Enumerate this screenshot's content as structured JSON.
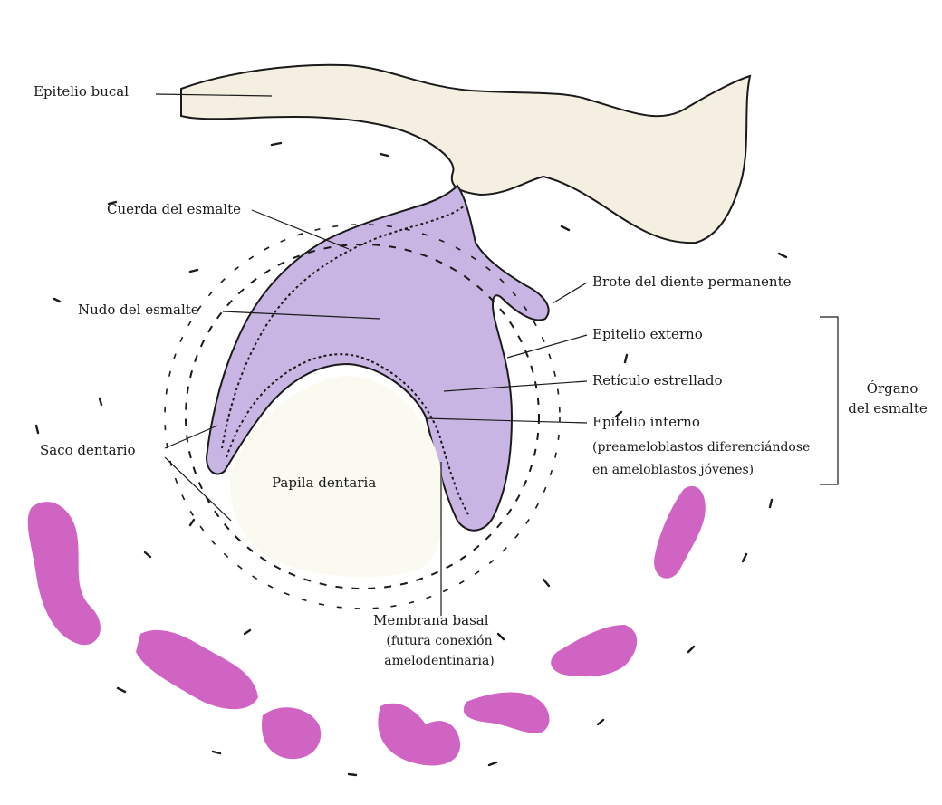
{
  "labels": {
    "epitelio_bucal": "Epitelio bucal",
    "cuerda_esmalte": "Cuerda del esmalte",
    "nudo_esmalte": "Nudo del esmalte",
    "brote_diente": "Brote del diente permanente",
    "epitelio_externo": "Epitelio externo",
    "reticulo": "Retículo estrellado",
    "epitelio_interno": "Epitelio interno",
    "epitelio_interno_note1": "(preameloblastos diferenciándose",
    "epitelio_interno_note2": "en ameloblastos jóvenes)",
    "organo_line1": "Órgano",
    "organo_line2": "del esmalte",
    "saco_dentario": "Saco dentario",
    "papila_dentaria": "Papila dentaria",
    "membrana_basal": "Membrana basal",
    "membrana_note1": "(futura conexión",
    "membrana_note2": "amelodentinaria)"
  },
  "colors": {
    "enamel_organ": "#c9b5e3",
    "bone": "#d064c2",
    "oral_epithelium": "#f4efe1",
    "ink": "#1a1a1a"
  }
}
